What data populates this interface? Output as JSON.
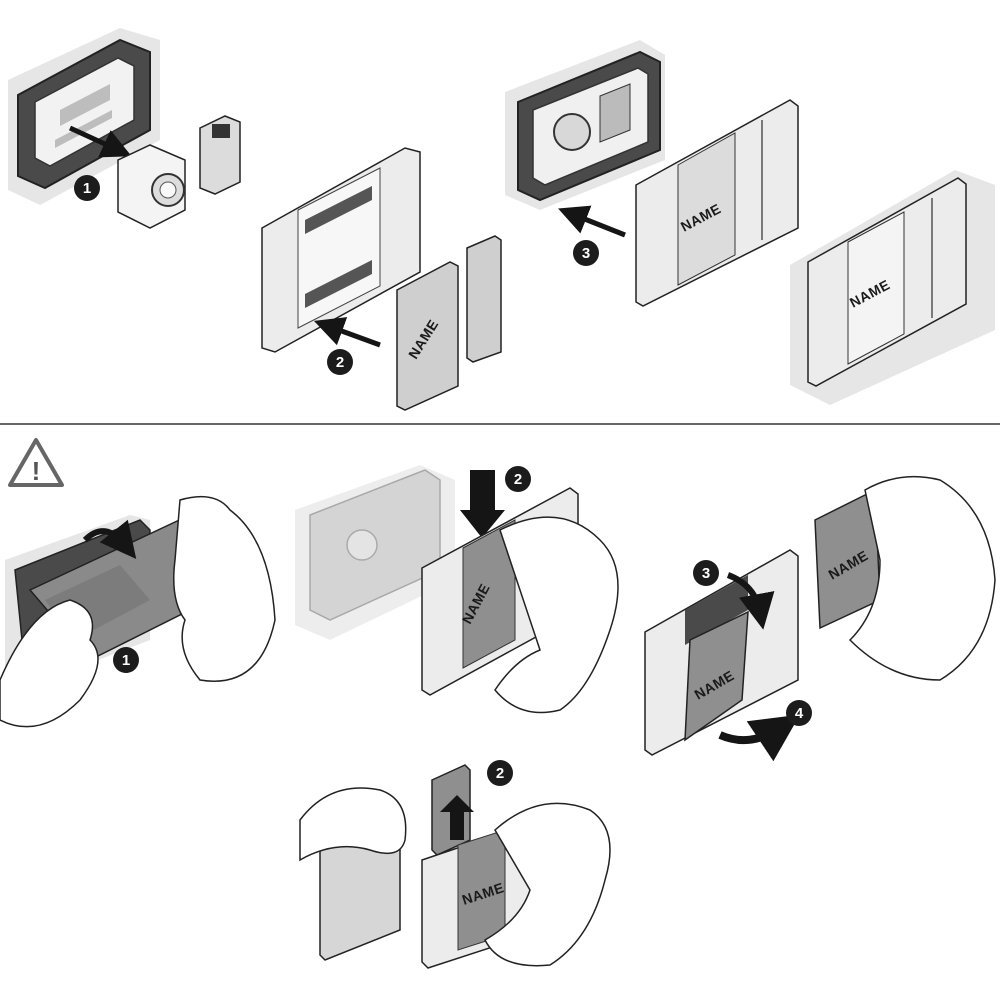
{
  "colors": {
    "shadow": "#e6e6e6",
    "frame_dark": "#4a4a4a",
    "plate_light": "#ececec",
    "plate_mid": "#c8c8c8",
    "label_grey": "#9a9a9a",
    "outline": "#222222",
    "badge": "#1c1c1c",
    "arrow": "#151515",
    "warning_stroke": "#666666"
  },
  "labels": {
    "name_text": "NAME",
    "warning_symbol": "!"
  },
  "steps": {
    "s1": "1",
    "s2": "2",
    "s3": "3",
    "w1": "1",
    "w2": "2",
    "w3": "3",
    "w4": "4",
    "b2": "2"
  },
  "icons": [
    "warning-triangle-icon",
    "push-arrow-icon",
    "rotate-arrow-icon",
    "hand-icon"
  ]
}
